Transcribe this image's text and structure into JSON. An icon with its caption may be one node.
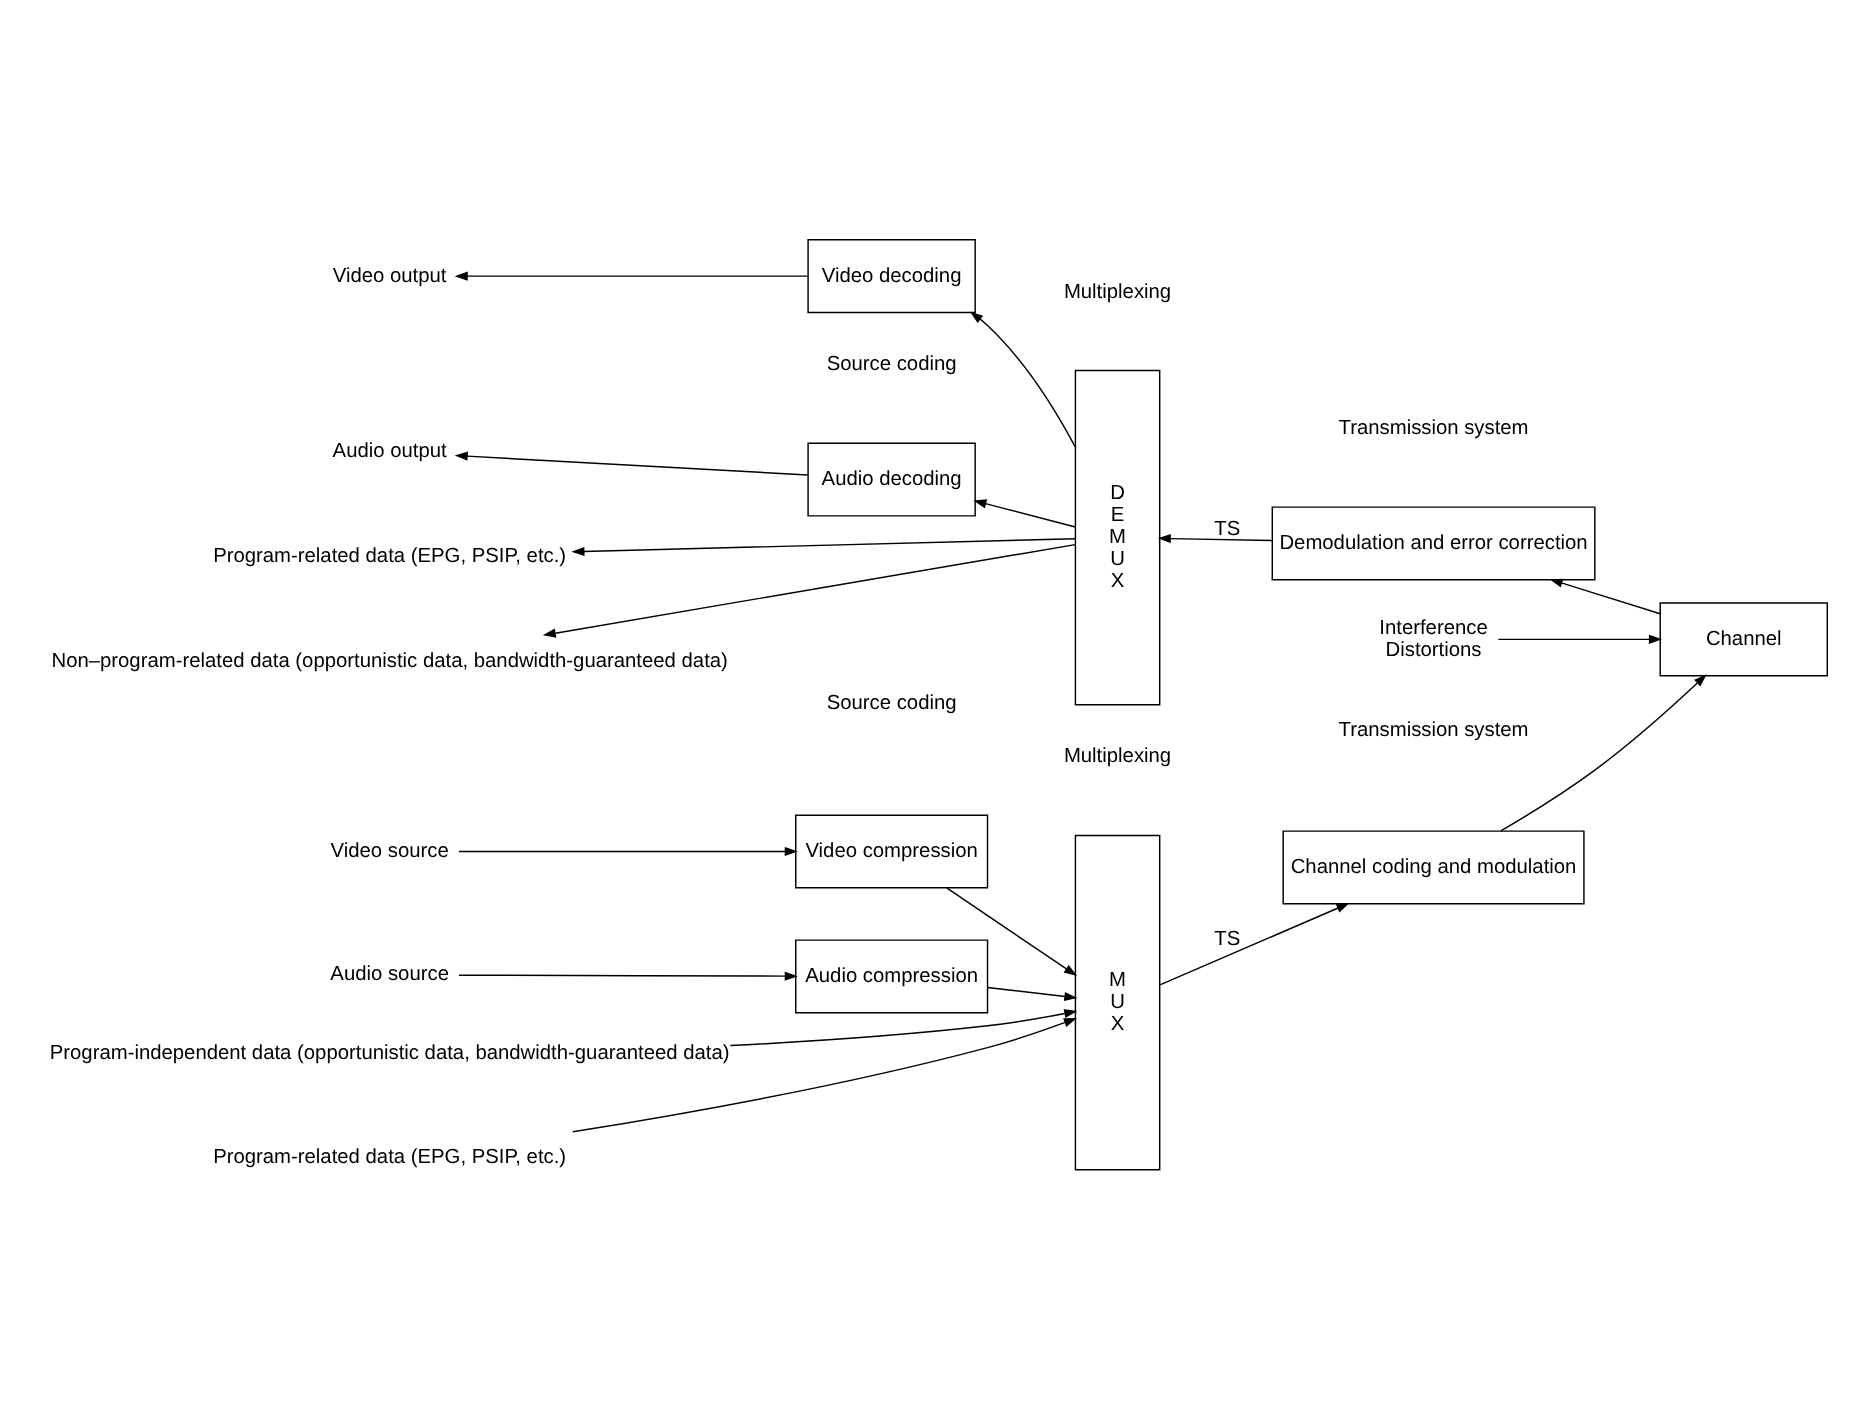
{
  "diagram": {
    "nodes": [
      {
        "text": [
          "Video source"
        ]
      },
      {
        "text": [
          "Video compression"
        ]
      },
      {
        "text": [
          "Audio source"
        ]
      },
      {
        "text": [
          "Audio compression"
        ]
      },
      {
        "text": [
          "Program-related data (EPG, PSIP, etc.)"
        ]
      },
      {
        "text": [
          "Program-independent data (opportunistic data, bandwidth-guaranteed data)"
        ]
      },
      {
        "text": [
          "M U X"
        ]
      },
      {
        "text": [
          "Channel coding and modulation"
        ]
      },
      {
        "text": [
          "Channel"
        ]
      },
      {
        "text": [
          "Interference",
          "Distortions"
        ]
      },
      {
        "text": [
          "Demodulation and error correction"
        ]
      },
      {
        "text": [
          "D E M U X"
        ]
      },
      {
        "text": [
          "Video decoding"
        ]
      },
      {
        "text": [
          "Video output"
        ]
      },
      {
        "text": [
          "Audio decoding"
        ]
      },
      {
        "text": [
          "Audio output"
        ]
      },
      {
        "text": [
          "Program-related data (EPG, PSIP, etc.)"
        ]
      },
      {
        "text": [
          "Non–program-related data (opportunistic data, bandwidth-guaranteed data)"
        ]
      }
    ],
    "edges": [
      {
        "from": 0,
        "to": 1,
        "arrow": "to"
      },
      {
        "from": 1,
        "to": 6,
        "arrow": "to"
      },
      {
        "from": 2,
        "to": 3,
        "arrow": "to"
      },
      {
        "from": 3,
        "to": 6,
        "arrow": "to"
      },
      {
        "from": 4,
        "to": 6,
        "arrow": "to"
      },
      {
        "from": 5,
        "to": 6,
        "arrow": "to"
      },
      {
        "from": 6,
        "to": 7,
        "arrow": "to",
        "label": "TS"
      },
      {
        "from": 7,
        "to": 8,
        "arrow": "to"
      },
      {
        "from": 9,
        "to": 8,
        "arrow": "to"
      },
      {
        "from": 8,
        "to": 10,
        "arrow": "to"
      },
      {
        "from": 10,
        "to": 11,
        "arrow": "to",
        "label": "TS"
      },
      {
        "from": 11,
        "to": 12,
        "arrow": "to"
      },
      {
        "from": 12,
        "to": 13,
        "arrow": "to"
      },
      {
        "from": 11,
        "to": 14,
        "arrow": "to"
      },
      {
        "from": 14,
        "to": 15,
        "arrow": "to"
      },
      {
        "from": 11,
        "to": 16,
        "arrow": "to"
      },
      {
        "from": 11,
        "to": 17,
        "arrow": "to"
      }
    ],
    "labels": [
      "Source coding",
      "Multiplexing",
      "Transmission system",
      "Source coding",
      "Multiplexing",
      "Transmission system"
    ]
  }
}
